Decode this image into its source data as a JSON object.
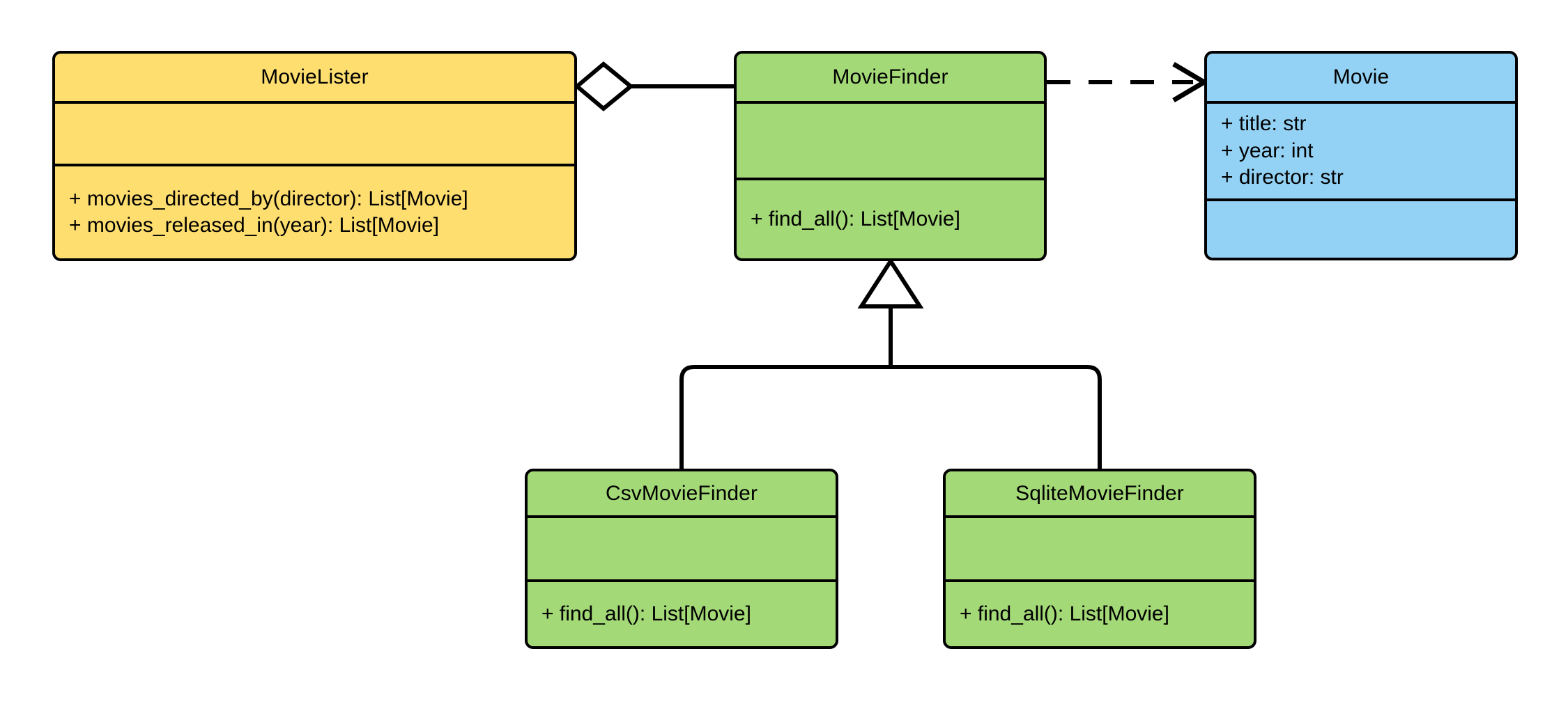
{
  "diagram": {
    "kind": "uml-class-diagram",
    "background_color": "#ffffff",
    "line_color": "#000000",
    "palette": {
      "yellow": "#ffde70",
      "green": "#a3d977",
      "blue": "#94d2f5"
    }
  },
  "classes": {
    "movie_lister": {
      "name": "MovieLister",
      "fill": "#ffde70",
      "attributes": [],
      "methods": [
        "+ movies_directed_by(director): List[Movie]",
        "+ movies_released_in(year): List[Movie]"
      ]
    },
    "movie_finder": {
      "name": "MovieFinder",
      "fill": "#a3d977",
      "attributes": [],
      "methods": [
        "+ find_all(): List[Movie]"
      ]
    },
    "movie": {
      "name": "Movie",
      "fill": "#94d2f5",
      "attributes": [
        "+ title: str",
        "+ year: int",
        "+ director: str"
      ],
      "methods": []
    },
    "csv_movie_finder": {
      "name": "CsvMovieFinder",
      "fill": "#a3d977",
      "attributes": [],
      "methods": [
        "+ find_all(): List[Movie]"
      ]
    },
    "sqlite_movie_finder": {
      "name": "SqliteMovieFinder",
      "fill": "#a3d977",
      "attributes": [],
      "methods": [
        "+ find_all(): List[Movie]"
      ]
    }
  },
  "relationships": [
    {
      "id": "aggregation-lister-finder",
      "type": "aggregation",
      "marker": "hollow-diamond",
      "line_style": "solid",
      "source": "MovieLister",
      "target": "MovieFinder"
    },
    {
      "id": "dependency-finder-movie",
      "type": "dependency",
      "marker": "open-arrow",
      "line_style": "dashed",
      "source": "MovieFinder",
      "target": "Movie"
    },
    {
      "id": "inheritance-csv-finder",
      "type": "generalization",
      "marker": "hollow-triangle",
      "line_style": "solid",
      "source": "CsvMovieFinder",
      "target": "MovieFinder"
    },
    {
      "id": "inheritance-sqlite-finder",
      "type": "generalization",
      "marker": "hollow-triangle",
      "line_style": "solid",
      "source": "SqliteMovieFinder",
      "target": "MovieFinder"
    }
  ]
}
